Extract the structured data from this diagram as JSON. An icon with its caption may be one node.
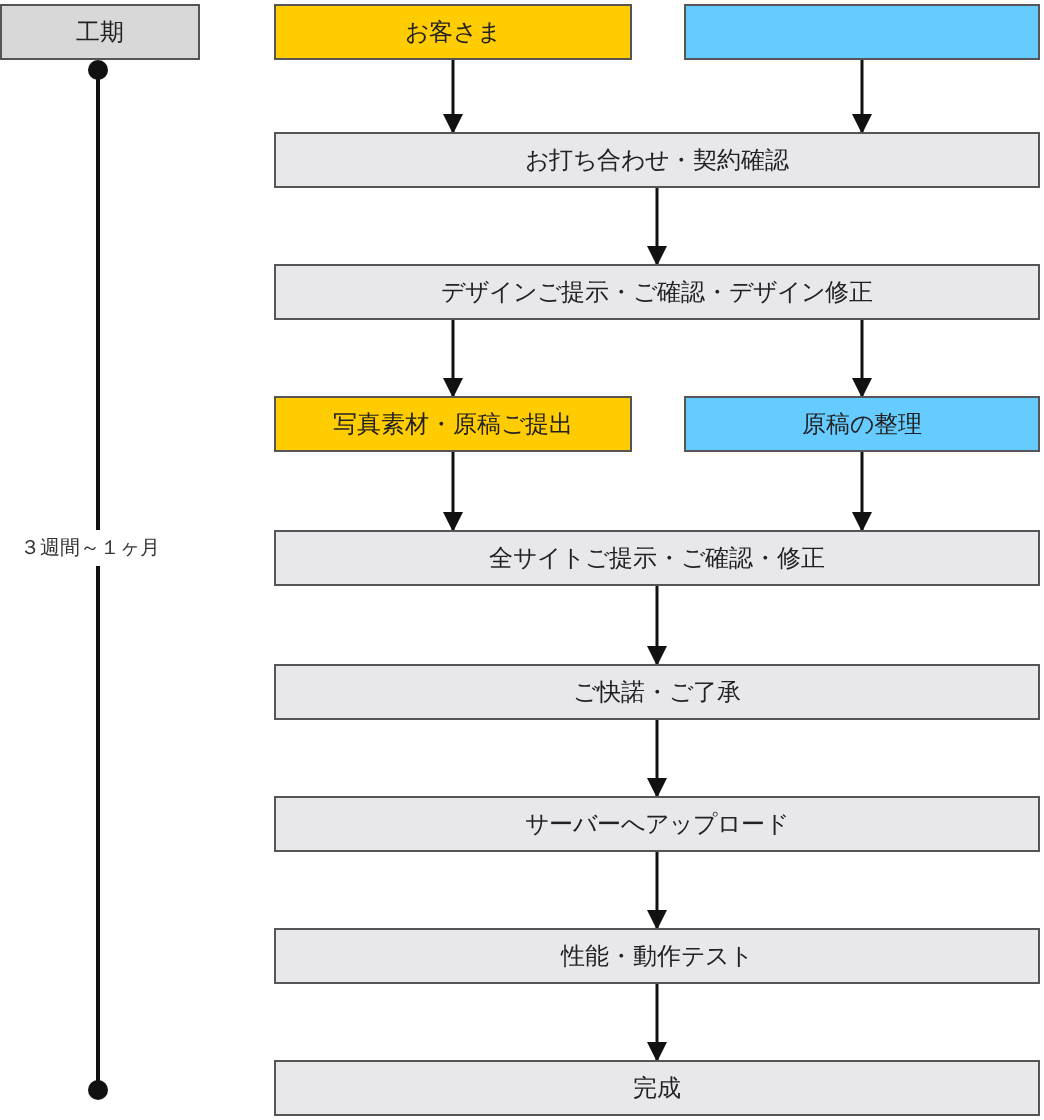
{
  "diagram": {
    "nodes": [
      {
        "text": [
          "工期"
        ]
      },
      {
        "text": [
          "お客さま"
        ]
      },
      {
        "text": [],
        "shape": "box"
      },
      {
        "text": [
          "お打ち合わせ・契約確認"
        ]
      },
      {
        "text": [
          "デザインご提示・ご確認・デザイン修正"
        ]
      },
      {
        "text": [
          "写真素材・原稿ご提出"
        ]
      },
      {
        "text": [
          "原稿の整理"
        ]
      },
      {
        "text": [
          "全サイトご提示・ご確認・修正"
        ]
      },
      {
        "text": [
          "ご快諾・ご了承"
        ]
      },
      {
        "text": [
          "サーバーへアップロード"
        ]
      },
      {
        "text": [
          "性能・動作テスト"
        ]
      },
      {
        "text": [
          "完成"
        ]
      }
    ],
    "edges": [
      {
        "from": 1,
        "to": 3,
        "arrow": "to"
      },
      {
        "from": 2,
        "to": 3,
        "arrow": "to"
      },
      {
        "from": 3,
        "to": 4,
        "arrow": "to"
      },
      {
        "from": 4,
        "to": 5,
        "arrow": "to"
      },
      {
        "from": 4,
        "to": 6,
        "arrow": "to"
      },
      {
        "from": 5,
        "to": 7,
        "arrow": "to"
      },
      {
        "from": 6,
        "to": 7,
        "arrow": "to"
      },
      {
        "from": 7,
        "to": 8,
        "arrow": "to"
      },
      {
        "from": 8,
        "to": 9,
        "arrow": "to"
      },
      {
        "from": 9,
        "to": 10,
        "arrow": "to"
      },
      {
        "from": 10,
        "to": 11,
        "arrow": "to"
      }
    ],
    "labels": [
      "３週間～１ヶ月"
    ]
  }
}
